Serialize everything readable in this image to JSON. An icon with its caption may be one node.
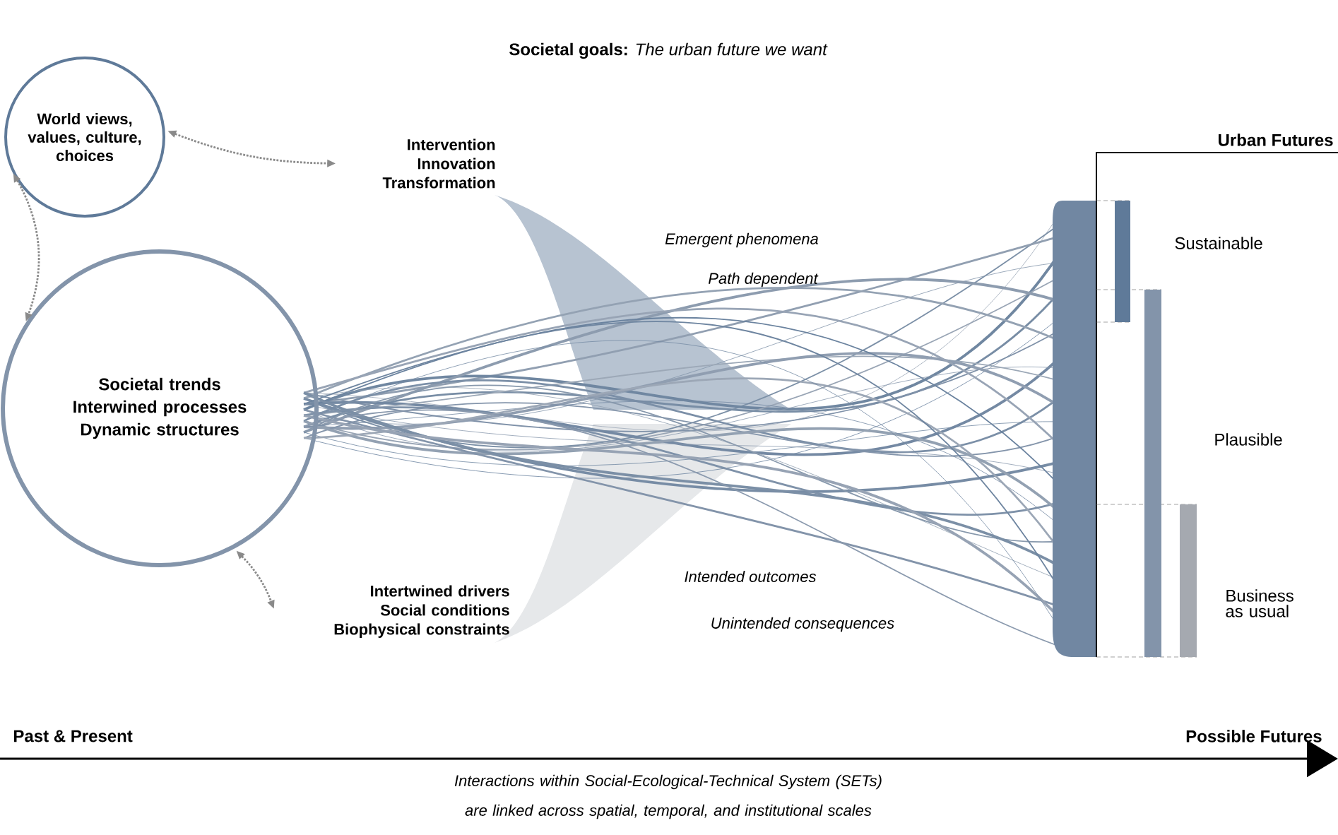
{
  "diagram": {
    "title": "**Societal goals:** *The urban future we want*",
    "caption": "Interactions within Social-Ecological-Technical System (SETs) are linked across spatial, temporal, and institutional scales",
    "nodes": [
      {
        "text": [
          "World views, values, culture, choices"
        ]
      },
      {
        "text": [
          "Societal trends Interwined processes Dynamic structures"
        ]
      },
      {
        "text": [
          "Intervention Innovation Transformation"
        ]
      },
      {
        "text": [
          "Intertwined drivers Social conditions Biophysical constraints"
        ]
      }
    ],
    "edges": [
      {
        "from": 0,
        "to": 2,
        "arrow": "both",
        "style": "dashed"
      },
      {
        "from": 0,
        "to": 1,
        "arrow": "both",
        "style": "dashed"
      },
      {
        "from": 1,
        "to": 3,
        "arrow": "both",
        "style": "dashed"
      }
    ],
    "labels": [
      "Emergent phenomena",
      "Path dependent",
      "Urban Futures",
      "Sustainable",
      "Plausible",
      "Business as usual",
      "Intended outcomes",
      "Unintended consequences",
      "Past & Present",
      "Possible Futures"
    ]
  }
}
